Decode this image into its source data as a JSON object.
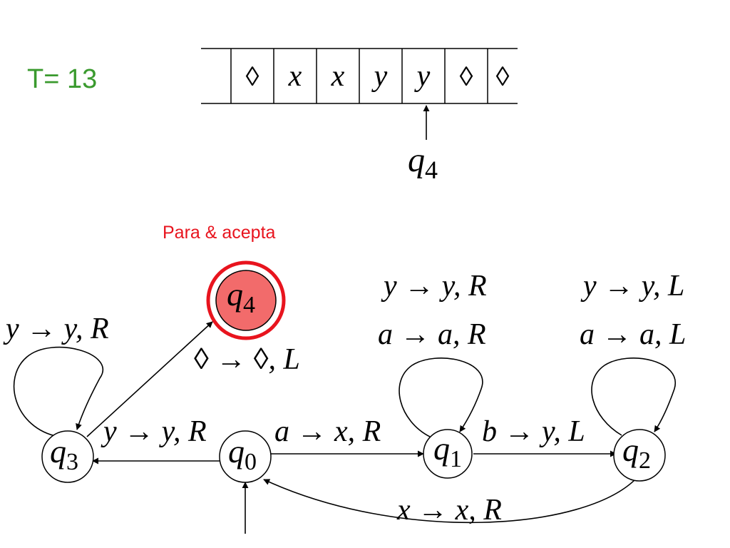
{
  "time_label": {
    "text": "T= 13",
    "color": "#3a9a2e"
  },
  "tape": {
    "cells": [
      "",
      "◊",
      "x",
      "x",
      "y",
      "y",
      "◊",
      "◊"
    ],
    "head_state": {
      "base": "q",
      "sub": "4"
    }
  },
  "halt_label": {
    "text": "Para & acepta",
    "color": "#e8141e"
  },
  "accept_fill": "#f26b6b",
  "accept_ring": "#e8141e",
  "states": {
    "q0": {
      "base": "q",
      "sub": "0"
    },
    "q1": {
      "base": "q",
      "sub": "1"
    },
    "q2": {
      "base": "q",
      "sub": "2"
    },
    "q3": {
      "base": "q",
      "sub": "3"
    },
    "q4": {
      "base": "q",
      "sub": "4"
    }
  },
  "transitions": {
    "q3_loop": [
      "y → y, R"
    ],
    "q0_to_q3": "y → y, R",
    "q0_to_q1": "a → x, R",
    "q1_to_q2": "b → y, L",
    "q2_to_q0": "x → x, R",
    "q3_to_q4": "◊ → ◊, L",
    "q1_loop": [
      "y → y, R",
      "a → a, R"
    ],
    "q2_loop": [
      "y → y, L",
      "a → a, L"
    ]
  }
}
